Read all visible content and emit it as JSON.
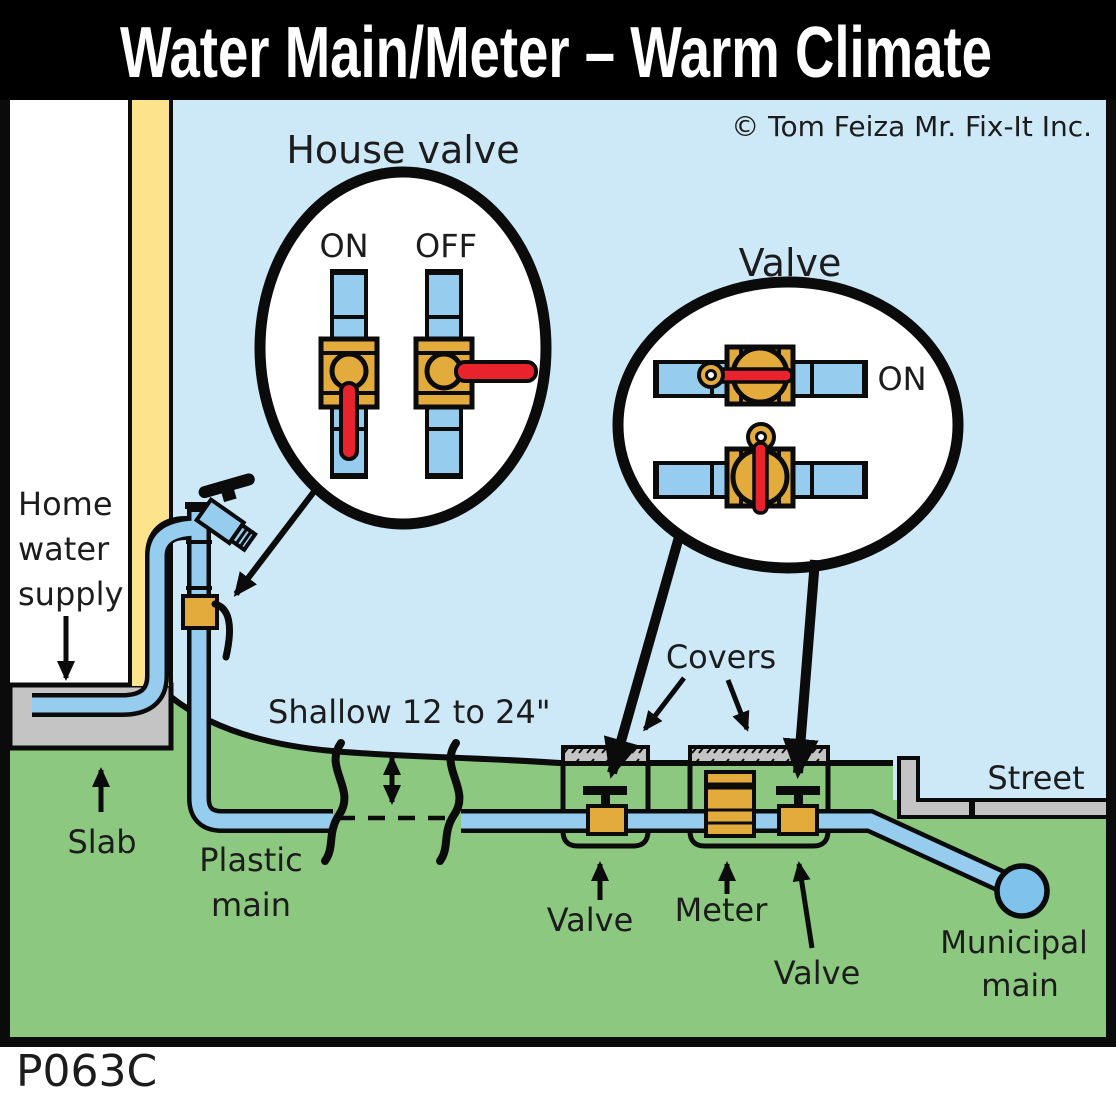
{
  "title": "Water Main/Meter – Warm Climate",
  "copyright": "© Tom Feiza Mr. Fix-It Inc.",
  "code": "P063C",
  "insets": {
    "house_valve": {
      "title": "House valve",
      "on": "ON",
      "off": "OFF"
    },
    "street_valve": {
      "title": "Valve",
      "on": "ON"
    }
  },
  "labels": {
    "home_water_supply": [
      "Home",
      "water",
      "supply"
    ],
    "slab": "Slab",
    "plastic_main": [
      "Plastic",
      "main"
    ],
    "shallow_depth": "Shallow 12 to 24\"",
    "covers": "Covers",
    "valve_left": "Valve",
    "meter": "Meter",
    "valve_right": "Valve",
    "street": "Street",
    "municipal_main": [
      "Municipal",
      "main"
    ]
  },
  "colors": {
    "sky": "#cde9f7",
    "ground": "#8cc87f",
    "wall": "#fce38c",
    "concrete": "#c4c4c4",
    "pipe": "#96ccee",
    "main_blue": "#7fc3ec",
    "brass": "#e2ab3c",
    "red": "#e8232e",
    "outline": "#0b0b0b",
    "ink": "#1c1c1c",
    "white": "#ffffff",
    "title_bg": "#000000",
    "title_fg": "#ffffff"
  }
}
